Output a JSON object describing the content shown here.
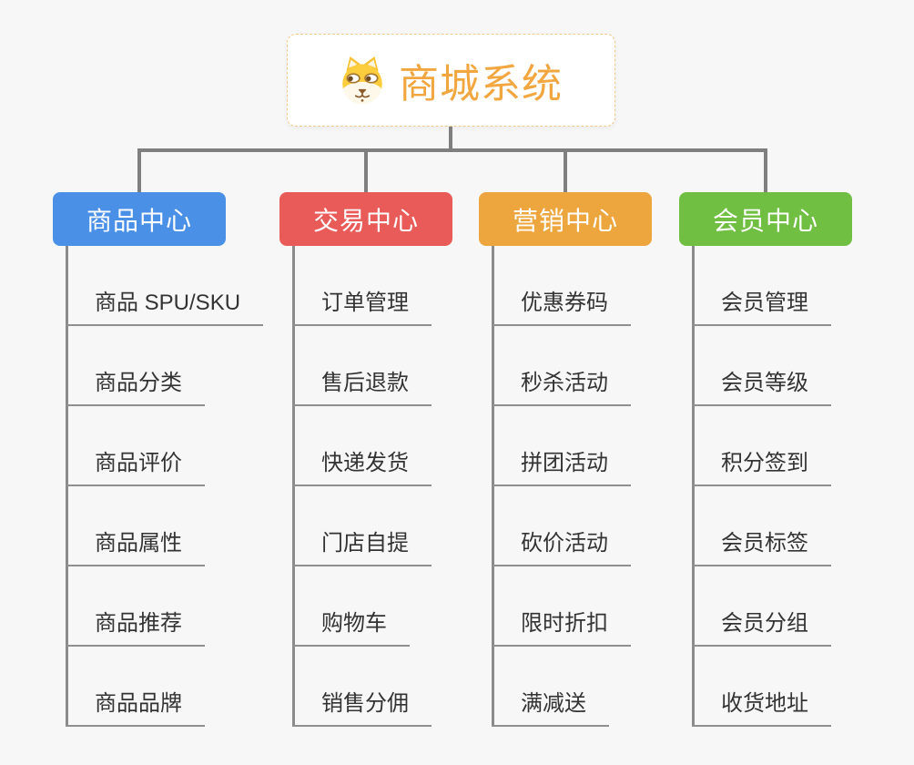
{
  "root": {
    "title": "商城系统",
    "icon": "dog-face-icon",
    "text_color": "#f2a640",
    "border_color": "#f3c988"
  },
  "connectors": {
    "color": "#7f7f7f"
  },
  "colors": {
    "background": "#f7f7f7",
    "leaf_text": "#333333",
    "leaf_line": "#8f8f8f"
  },
  "branches": [
    {
      "label": "商品中心",
      "color": "#4a90e6",
      "items": [
        "商品 SPU/SKU",
        "商品分类",
        "商品评价",
        "商品属性",
        "商品推荐",
        "商品品牌"
      ]
    },
    {
      "label": "交易中心",
      "color": "#e85b58",
      "items": [
        "订单管理",
        "售后退款",
        "快递发货",
        "门店自提",
        "购物车",
        "销售分佣"
      ]
    },
    {
      "label": "营销中心",
      "color": "#eca63d",
      "items": [
        "优惠券码",
        "秒杀活动",
        "拼团活动",
        "砍价活动",
        "限时折扣",
        "满减送"
      ]
    },
    {
      "label": "会员中心",
      "color": "#70bf43",
      "items": [
        "会员管理",
        "会员等级",
        "积分签到",
        "会员标签",
        "会员分组",
        "收货地址"
      ]
    }
  ]
}
